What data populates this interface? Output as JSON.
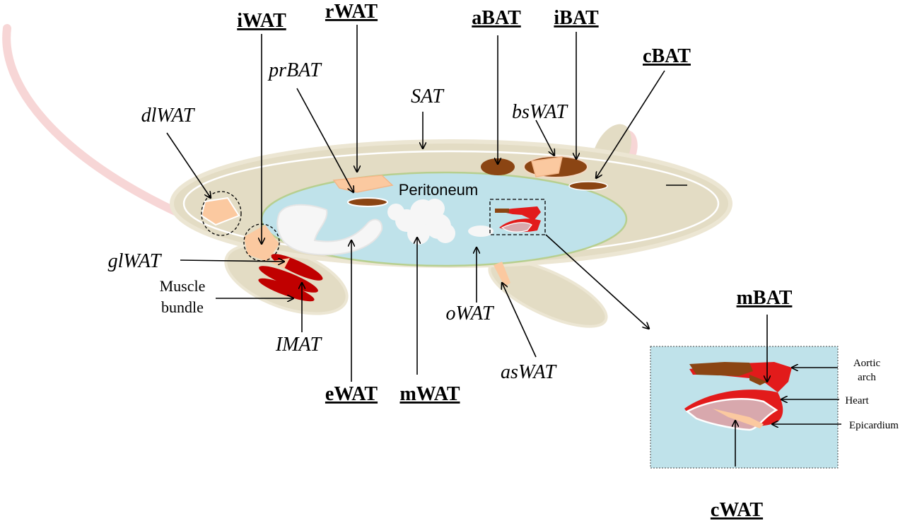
{
  "labels": {
    "iWAT": "iWAT",
    "rWAT": "rWAT",
    "aBAT": "aBAT",
    "iBAT": "iBAT",
    "cBAT": "cBAT",
    "prBAT": "prBAT",
    "SAT": "SAT",
    "bsWAT": "bsWAT",
    "dlWAT": "dlWAT",
    "peritoneum": "Peritoneum",
    "glWAT": "glWAT",
    "muscle_bundle_line1": "Muscle",
    "muscle_bundle_line2": "bundle",
    "IMAT": "IMAT",
    "eWAT": "eWAT",
    "mWAT": "mWAT",
    "oWAT": "oWAT",
    "asWAT": "asWAT",
    "mBAT": "mBAT",
    "cWAT": "cWAT",
    "aortic_arch_line1": "Aortic",
    "aortic_arch_line2": "arch",
    "heart": "Heart",
    "epicardium": "Epicardium"
  },
  "colors": {
    "body_fill": "#e3dcc4",
    "body_inner": "#ece6d3",
    "peritoneum_fill": "#bfe2ea",
    "peritoneum_stroke": "#b7cf8f",
    "white_fat": "#f6f6f6",
    "beige_fat": "#fbc9a0",
    "brown_fat": "#8b4513",
    "muscle_red": "#c00000",
    "tail_pink": "#f7d6d6",
    "heart_red": "#e21b1b",
    "heart_inner": "#d8a8ad",
    "inset_fill": "#bfe2ea"
  }
}
